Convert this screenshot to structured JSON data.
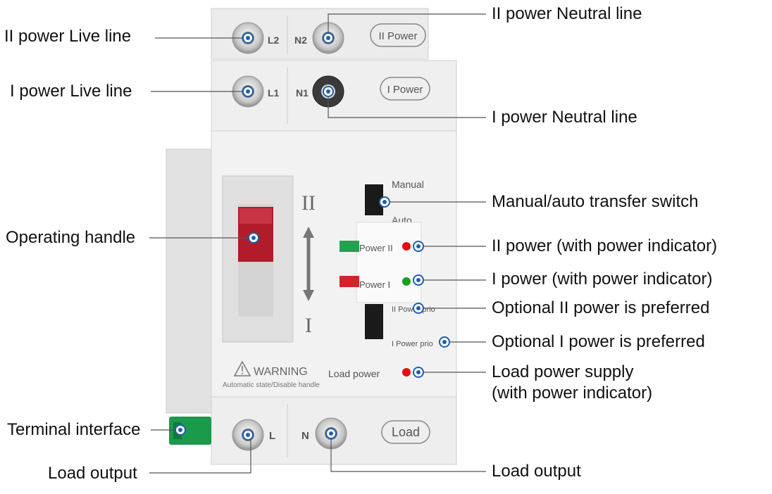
{
  "callouts": {
    "p2_live": "II power Live line",
    "p2_neutral": "II power Neutral line",
    "p1_live": "I power Live line",
    "p1_neutral": "I power Neutral line",
    "handle": "Operating handle",
    "manual_auto": "Manual/auto transfer switch",
    "p2_indicator": "II power  (with power indicator)",
    "p1_indicator": "I power (with power indicator)",
    "opt_p2": "Optional II power is preferred",
    "opt_p1": "Optional I power is preferred",
    "load_supply": "Load power supply\n(with power indicator)",
    "terminal": "Terminal interface",
    "load_out_left": "Load output",
    "load_out_right": "Load output"
  },
  "device": {
    "l2": "L2",
    "n2": "N2",
    "power2_badge": "II Power",
    "l1": "L1",
    "n1": "N1",
    "power1_badge": "I Power",
    "roman_2": "II",
    "roman_1": "I",
    "manual": "Manual",
    "auto": "Auto",
    "power2_label": "Power II",
    "power1_label": "Power I",
    "p2_prior": "II Power prio",
    "p1_prior": "I Power prio",
    "load_power": "Load power",
    "warning": "WARNING",
    "warning_sub": "Automatic state/Disable handle",
    "l": "L",
    "n": "N",
    "load_badge": "Load"
  },
  "colors": {
    "body": "#ececec",
    "handle": "#b01c2a",
    "led_red": "#e01010",
    "led_green": "#1aa01a",
    "terminal_green": "#1a9a4a",
    "marker": "#1f5fa8"
  }
}
